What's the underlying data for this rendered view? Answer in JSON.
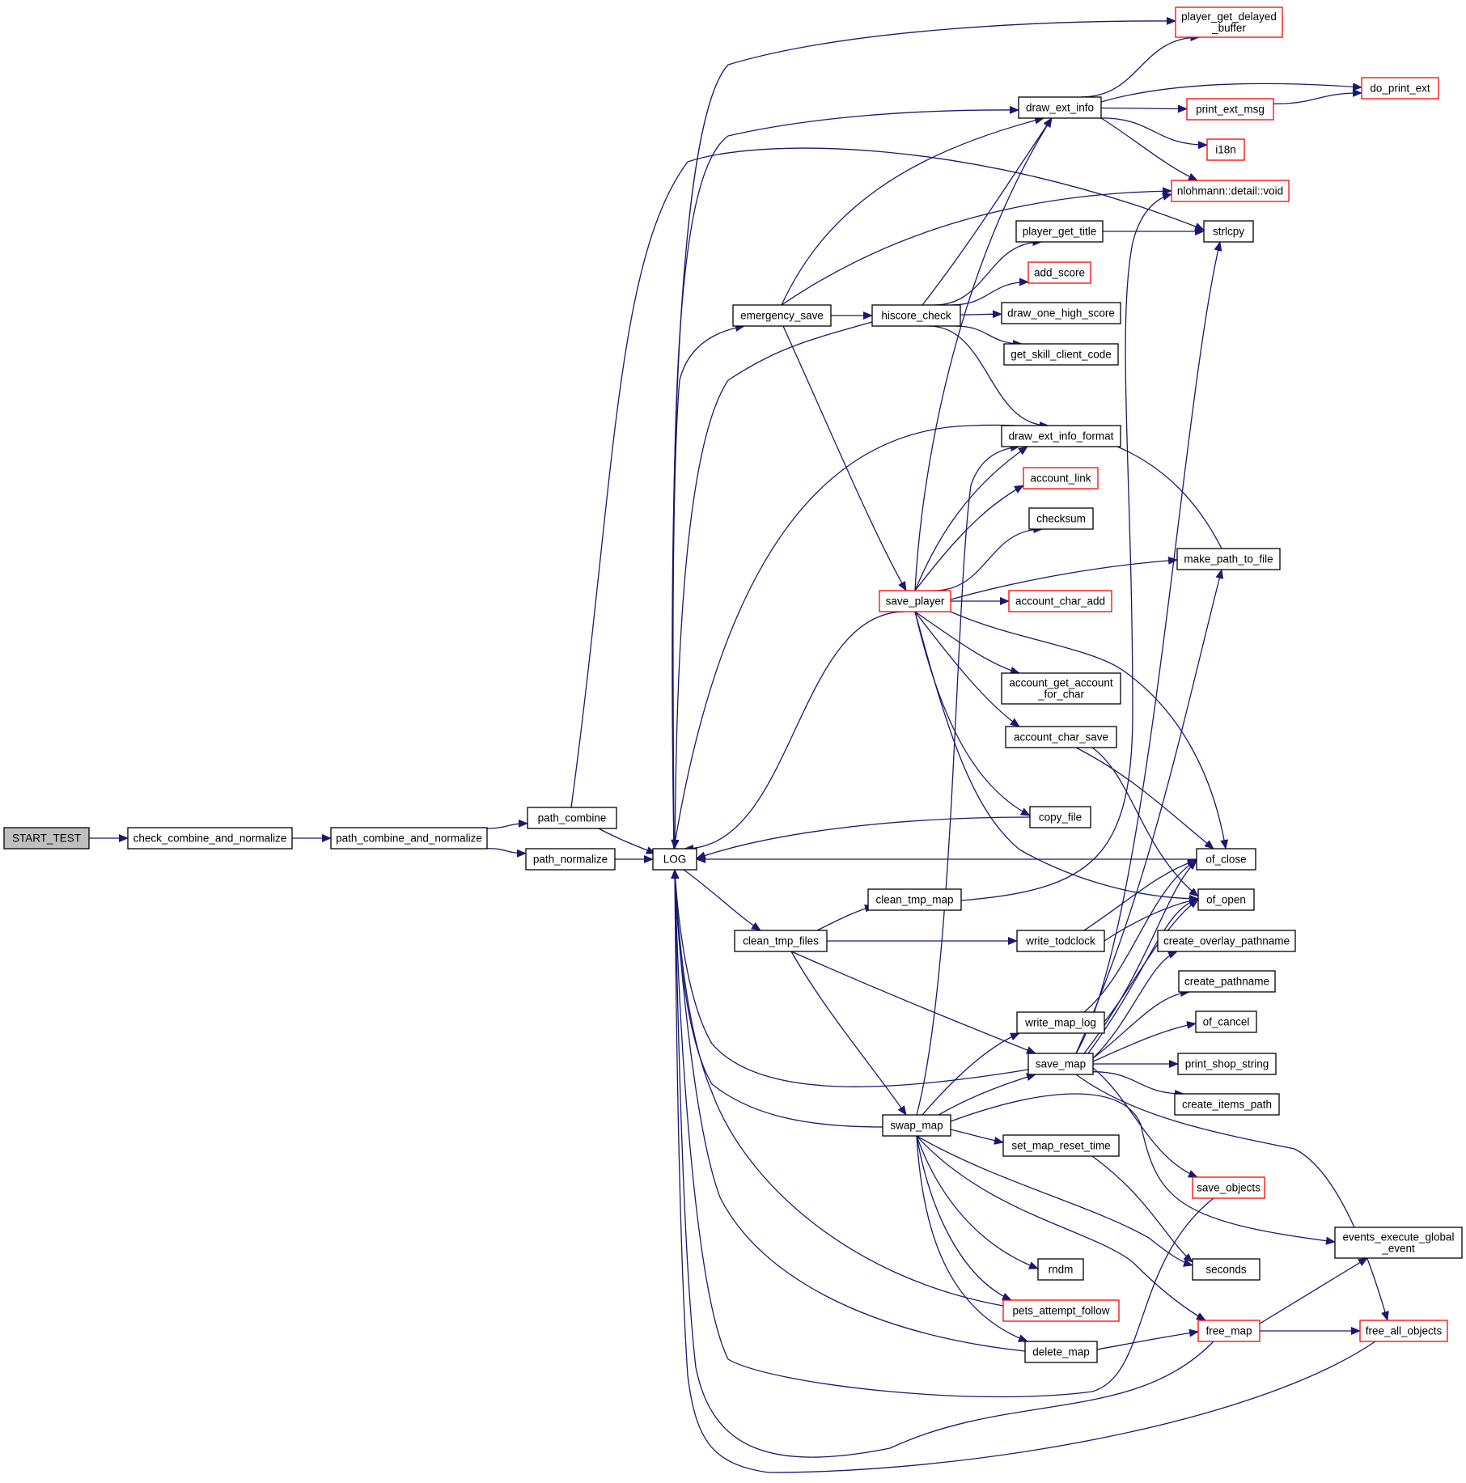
{
  "colors": {
    "edge": "#191970",
    "node_border_plain": "#000000",
    "node_border_truncated": "#ff0000",
    "root_fill": "#bfbfbf",
    "node_fill": "#ffffff"
  },
  "nodes": {
    "start_test": {
      "lines": [
        "START_TEST"
      ],
      "kind": "root"
    },
    "check_combine_and_normalize": {
      "lines": [
        "check_combine_and_normalize"
      ],
      "kind": "plain"
    },
    "path_combine_and_normalize": {
      "lines": [
        "path_combine_and_normalize"
      ],
      "kind": "plain"
    },
    "path_combine": {
      "lines": [
        "path_combine"
      ],
      "kind": "plain"
    },
    "path_normalize": {
      "lines": [
        "path_normalize"
      ],
      "kind": "plain"
    },
    "log": {
      "lines": [
        "LOG"
      ],
      "kind": "plain"
    },
    "emergency_save": {
      "lines": [
        "emergency_save"
      ],
      "kind": "plain"
    },
    "hiscore_check": {
      "lines": [
        "hiscore_check"
      ],
      "kind": "plain"
    },
    "draw_ext_info": {
      "lines": [
        "draw_ext_info"
      ],
      "kind": "plain"
    },
    "player_get_delayed_buffer": {
      "lines": [
        "player_get_delayed",
        "_buffer"
      ],
      "kind": "truncated"
    },
    "do_print_ext": {
      "lines": [
        "do_print_ext"
      ],
      "kind": "truncated"
    },
    "print_ext_msg": {
      "lines": [
        "print_ext_msg"
      ],
      "kind": "truncated"
    },
    "i18n": {
      "lines": [
        "i18n"
      ],
      "kind": "truncated"
    },
    "nlohmann_void": {
      "lines": [
        "nlohmann::detail::void"
      ],
      "kind": "truncated"
    },
    "strlcpy": {
      "lines": [
        "strlcpy"
      ],
      "kind": "plain"
    },
    "player_get_title": {
      "lines": [
        "player_get_title"
      ],
      "kind": "plain"
    },
    "add_score": {
      "lines": [
        "add_score"
      ],
      "kind": "truncated"
    },
    "draw_one_high_score": {
      "lines": [
        "draw_one_high_score"
      ],
      "kind": "plain"
    },
    "get_skill_client_code": {
      "lines": [
        "get_skill_client_code"
      ],
      "kind": "plain"
    },
    "draw_ext_info_format": {
      "lines": [
        "draw_ext_info_format"
      ],
      "kind": "plain"
    },
    "account_link": {
      "lines": [
        "account_link"
      ],
      "kind": "truncated"
    },
    "checksum": {
      "lines": [
        "checksum"
      ],
      "kind": "plain"
    },
    "make_path_to_file": {
      "lines": [
        "make_path_to_file"
      ],
      "kind": "plain"
    },
    "save_player": {
      "lines": [
        "save_player"
      ],
      "kind": "truncated"
    },
    "account_char_add": {
      "lines": [
        "account_char_add"
      ],
      "kind": "truncated"
    },
    "account_get_account_for_char": {
      "lines": [
        "account_get_account",
        "_for_char"
      ],
      "kind": "plain"
    },
    "account_char_save": {
      "lines": [
        "account_char_save"
      ],
      "kind": "plain"
    },
    "copy_file": {
      "lines": [
        "copy_file"
      ],
      "kind": "plain"
    },
    "of_close": {
      "lines": [
        "of_close"
      ],
      "kind": "plain"
    },
    "of_open": {
      "lines": [
        "of_open"
      ],
      "kind": "plain"
    },
    "clean_tmp_map": {
      "lines": [
        "clean_tmp_map"
      ],
      "kind": "plain"
    },
    "clean_tmp_files": {
      "lines": [
        "clean_tmp_files"
      ],
      "kind": "plain"
    },
    "write_todclock": {
      "lines": [
        "write_todclock"
      ],
      "kind": "plain"
    },
    "create_overlay_pathname": {
      "lines": [
        "create_overlay_pathname"
      ],
      "kind": "plain"
    },
    "create_pathname": {
      "lines": [
        "create_pathname"
      ],
      "kind": "plain"
    },
    "write_map_log": {
      "lines": [
        "write_map_log"
      ],
      "kind": "plain"
    },
    "of_cancel": {
      "lines": [
        "of_cancel"
      ],
      "kind": "plain"
    },
    "save_map": {
      "lines": [
        "save_map"
      ],
      "kind": "plain"
    },
    "print_shop_string": {
      "lines": [
        "print_shop_string"
      ],
      "kind": "plain"
    },
    "create_items_path": {
      "lines": [
        "create_items_path"
      ],
      "kind": "plain"
    },
    "swap_map": {
      "lines": [
        "swap_map"
      ],
      "kind": "plain"
    },
    "set_map_reset_time": {
      "lines": [
        "set_map_reset_time"
      ],
      "kind": "plain"
    },
    "save_objects": {
      "lines": [
        "save_objects"
      ],
      "kind": "truncated"
    },
    "events_execute_global_event": {
      "lines": [
        "events_execute_global",
        "_event"
      ],
      "kind": "plain"
    },
    "rndm": {
      "lines": [
        "rndm"
      ],
      "kind": "plain"
    },
    "seconds": {
      "lines": [
        "seconds"
      ],
      "kind": "plain"
    },
    "pets_attempt_follow": {
      "lines": [
        "pets_attempt_follow"
      ],
      "kind": "truncated"
    },
    "free_map": {
      "lines": [
        "free_map"
      ],
      "kind": "truncated"
    },
    "free_all_objects": {
      "lines": [
        "free_all_objects"
      ],
      "kind": "truncated"
    },
    "delete_map": {
      "lines": [
        "delete_map"
      ],
      "kind": "plain"
    }
  },
  "edges": [
    [
      "start_test",
      "check_combine_and_normalize"
    ],
    [
      "check_combine_and_normalize",
      "path_combine_and_normalize"
    ],
    [
      "path_combine_and_normalize",
      "path_combine"
    ],
    [
      "path_combine_and_normalize",
      "path_normalize"
    ],
    [
      "path_combine",
      "log"
    ],
    [
      "path_combine",
      "strlcpy"
    ],
    [
      "path_normalize",
      "log"
    ],
    [
      "log",
      "emergency_save"
    ],
    [
      "log",
      "clean_tmp_files"
    ],
    [
      "log",
      "player_get_delayed_buffer"
    ],
    [
      "log",
      "draw_ext_info"
    ],
    [
      "emergency_save",
      "hiscore_check"
    ],
    [
      "emergency_save",
      "draw_ext_info"
    ],
    [
      "emergency_save",
      "nlohmann_void"
    ],
    [
      "emergency_save",
      "save_player"
    ],
    [
      "hiscore_check",
      "log"
    ],
    [
      "hiscore_check",
      "draw_ext_info"
    ],
    [
      "hiscore_check",
      "player_get_title"
    ],
    [
      "hiscore_check",
      "add_score"
    ],
    [
      "hiscore_check",
      "draw_one_high_score"
    ],
    [
      "hiscore_check",
      "get_skill_client_code"
    ],
    [
      "hiscore_check",
      "draw_ext_info_format"
    ],
    [
      "draw_ext_info",
      "player_get_delayed_buffer"
    ],
    [
      "draw_ext_info",
      "do_print_ext"
    ],
    [
      "draw_ext_info",
      "print_ext_msg"
    ],
    [
      "draw_ext_info",
      "i18n"
    ],
    [
      "draw_ext_info",
      "nlohmann_void"
    ],
    [
      "print_ext_msg",
      "do_print_ext"
    ],
    [
      "player_get_title",
      "strlcpy"
    ],
    [
      "save_player",
      "log"
    ],
    [
      "save_player",
      "draw_ext_info"
    ],
    [
      "save_player",
      "draw_ext_info_format"
    ],
    [
      "save_player",
      "account_link"
    ],
    [
      "save_player",
      "checksum"
    ],
    [
      "save_player",
      "make_path_to_file"
    ],
    [
      "save_player",
      "account_char_add"
    ],
    [
      "save_player",
      "account_get_account_for_char"
    ],
    [
      "save_player",
      "account_char_save"
    ],
    [
      "save_player",
      "copy_file"
    ],
    [
      "save_player",
      "of_close"
    ],
    [
      "save_player",
      "of_open"
    ],
    [
      "make_path_to_file",
      "log"
    ],
    [
      "account_char_save",
      "of_close"
    ],
    [
      "account_char_save",
      "of_open"
    ],
    [
      "copy_file",
      "log"
    ],
    [
      "of_close",
      "log"
    ],
    [
      "clean_tmp_files",
      "clean_tmp_map"
    ],
    [
      "clean_tmp_files",
      "write_todclock"
    ],
    [
      "clean_tmp_files",
      "save_map"
    ],
    [
      "clean_tmp_files",
      "swap_map"
    ],
    [
      "clean_tmp_map",
      "nlohmann_void"
    ],
    [
      "write_todclock",
      "of_close"
    ],
    [
      "write_todclock",
      "of_open"
    ],
    [
      "write_map_log",
      "of_close"
    ],
    [
      "write_map_log",
      "of_open"
    ],
    [
      "save_map",
      "log"
    ],
    [
      "save_map",
      "strlcpy"
    ],
    [
      "save_map",
      "make_path_to_file"
    ],
    [
      "save_map",
      "of_close"
    ],
    [
      "save_map",
      "of_open"
    ],
    [
      "save_map",
      "create_overlay_pathname"
    ],
    [
      "save_map",
      "create_pathname"
    ],
    [
      "save_map",
      "of_cancel"
    ],
    [
      "save_map",
      "print_shop_string"
    ],
    [
      "save_map",
      "create_items_path"
    ],
    [
      "save_map",
      "save_objects"
    ],
    [
      "save_map",
      "free_all_objects"
    ],
    [
      "swap_map",
      "log"
    ],
    [
      "swap_map",
      "draw_ext_info_format"
    ],
    [
      "swap_map",
      "write_map_log"
    ],
    [
      "swap_map",
      "save_map"
    ],
    [
      "swap_map",
      "set_map_reset_time"
    ],
    [
      "swap_map",
      "events_execute_global_event"
    ],
    [
      "swap_map",
      "rndm"
    ],
    [
      "swap_map",
      "seconds"
    ],
    [
      "swap_map",
      "pets_attempt_follow"
    ],
    [
      "swap_map",
      "free_map"
    ],
    [
      "swap_map",
      "delete_map"
    ],
    [
      "set_map_reset_time",
      "seconds"
    ],
    [
      "save_objects",
      "log"
    ],
    [
      "pets_attempt_follow",
      "log"
    ],
    [
      "delete_map",
      "log"
    ],
    [
      "delete_map",
      "free_map"
    ],
    [
      "free_map",
      "log"
    ],
    [
      "free_map",
      "events_execute_global_event"
    ],
    [
      "free_map",
      "free_all_objects"
    ],
    [
      "free_all_objects",
      "log"
    ]
  ]
}
